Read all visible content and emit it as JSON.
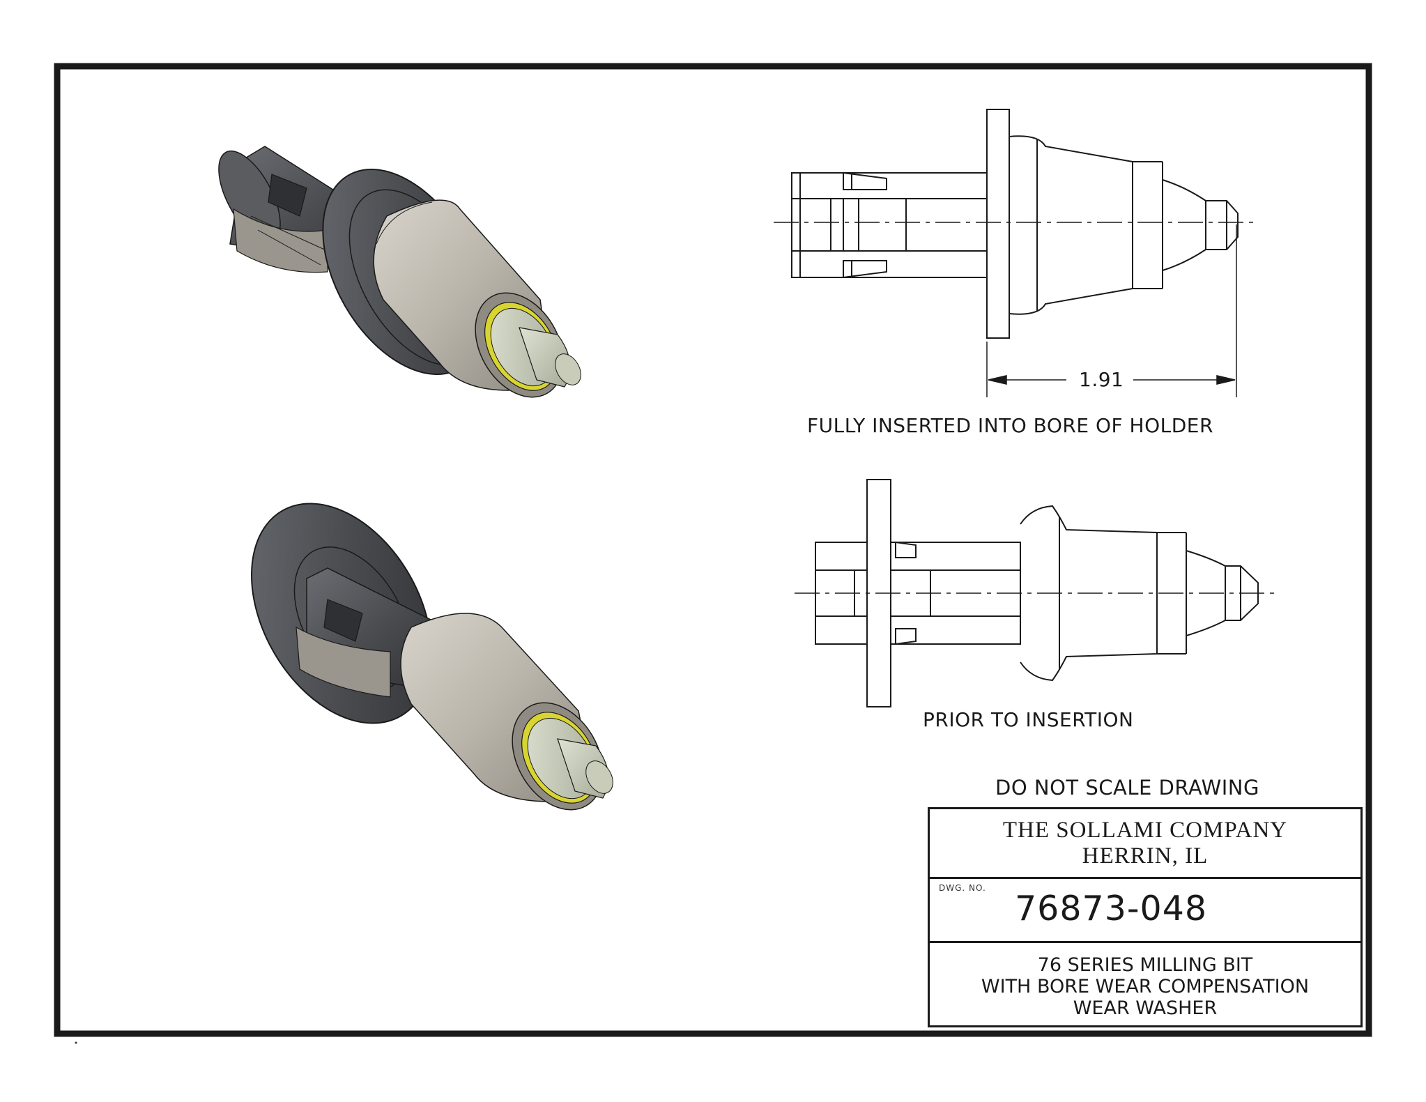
{
  "views": {
    "fully_inserted_caption": "FULLY INSERTED INTO BORE OF HOLDER",
    "prior_caption": "PRIOR TO INSERTION",
    "dimension_value": "1.91"
  },
  "notes": {
    "scale_note": "DO NOT SCALE DRAWING"
  },
  "title_block": {
    "company_name": "THE SOLLAMI COMPANY",
    "company_location": "HERRIN, IL",
    "dwg_label": "DWG. NO.",
    "dwg_number": "76873-048",
    "description": [
      "76 SERIES MILLING BIT",
      "WITH BORE WEAR COMPENSATION",
      "WEAR WASHER"
    ]
  },
  "colors": {
    "line": "#1a1a1a",
    "dark_body": "#4a4c50",
    "metal": "#b6b2a8",
    "washer": "#d8d432"
  }
}
